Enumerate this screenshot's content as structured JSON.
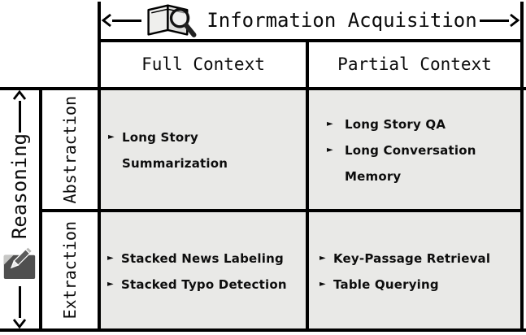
{
  "figure": {
    "x_axis": {
      "label": "Information Acquisition",
      "icon": "book-magnifier-icon"
    },
    "y_axis": {
      "label": "Reasoning",
      "icon": "memo-pencil-icon"
    },
    "columns": [
      {
        "id": "full_context",
        "label": "Full Context"
      },
      {
        "id": "partial_context",
        "label": "Partial Context"
      }
    ],
    "rows": [
      {
        "id": "abstraction",
        "label": "Abstraction"
      },
      {
        "id": "extraction",
        "label": "Extraction"
      }
    ],
    "cells": {
      "abstraction_full": {
        "items": [
          "Long Story Summarization"
        ]
      },
      "abstraction_partial": {
        "items": [
          "Long Story QA",
          "Long Conversation Memory"
        ]
      },
      "extraction_full": {
        "items": [
          "Stacked News Labeling",
          "Stacked Typo Detection"
        ]
      },
      "extraction_partial": {
        "items": [
          "Key-Passage Retrieval",
          "Table Querying"
        ]
      }
    },
    "glyphs": {
      "bullet": "►"
    },
    "colors": {
      "cell_bg": "#e9e9e7",
      "line": "#000000",
      "icon_dark": "#4f4f4f"
    }
  }
}
